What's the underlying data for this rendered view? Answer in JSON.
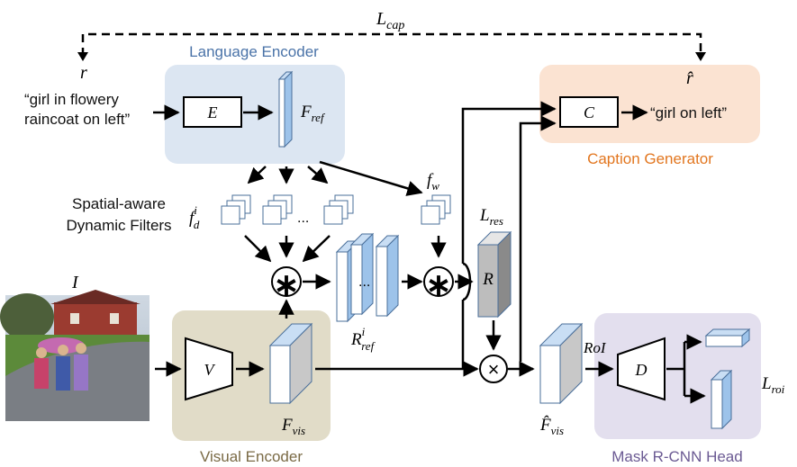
{
  "colors": {
    "language_encoder_bg": "#dce6f2",
    "language_encoder_title": "#4a73a8",
    "caption_generator_bg": "#fbe3d2",
    "caption_generator_title": "#e2761f",
    "visual_encoder_bg": "#e1dcc8",
    "visual_encoder_title": "#7a6a45",
    "mask_head_bg": "#e3dfee",
    "mask_head_title": "#6b5a93",
    "feature_front": "#ffffff",
    "feature_side": "#9dc3ea",
    "feature_top": "#c9def4"
  },
  "loss_cap": {
    "main": "L",
    "sub": "cap"
  },
  "input_ref": {
    "symbol": "r",
    "line1": "“girl in flowery",
    "line2": "raincoat on left”"
  },
  "output_ref": {
    "symbol": "r̂",
    "text": "“girl on left”"
  },
  "language_encoder": {
    "title": "Language Encoder",
    "block": "E",
    "feature_main": "F",
    "feature_sub": "ref"
  },
  "caption_generator": {
    "title": "Caption Generator",
    "block": "C"
  },
  "dynamic_filters": {
    "line1": "Spatial-aware",
    "line2": "Dynamic Filters",
    "fd_main": "f",
    "fd_sup": "i",
    "fd_sub": "d",
    "fw_main": "f",
    "fw_sub": "w",
    "ellipsis": "..."
  },
  "conv_symbol": "∗",
  "multiply_symbol": "×",
  "response": {
    "block": "R",
    "loss_main": "L",
    "loss_sub": "res"
  },
  "refined_features": {
    "main": "R",
    "sup": "i",
    "sub": "ref",
    "ellipsis": "..."
  },
  "image_input": {
    "symbol": "I"
  },
  "visual_encoder": {
    "title": "Visual Encoder",
    "block": "V",
    "feature_main": "F",
    "feature_sub": "vis"
  },
  "fused_feature": {
    "main": "F̂",
    "sub": "vis"
  },
  "roi": {
    "label": "RoI"
  },
  "mask_head": {
    "title": "Mask R-CNN Head",
    "block": "D",
    "loss_main": "L",
    "loss_sub": "roi"
  }
}
